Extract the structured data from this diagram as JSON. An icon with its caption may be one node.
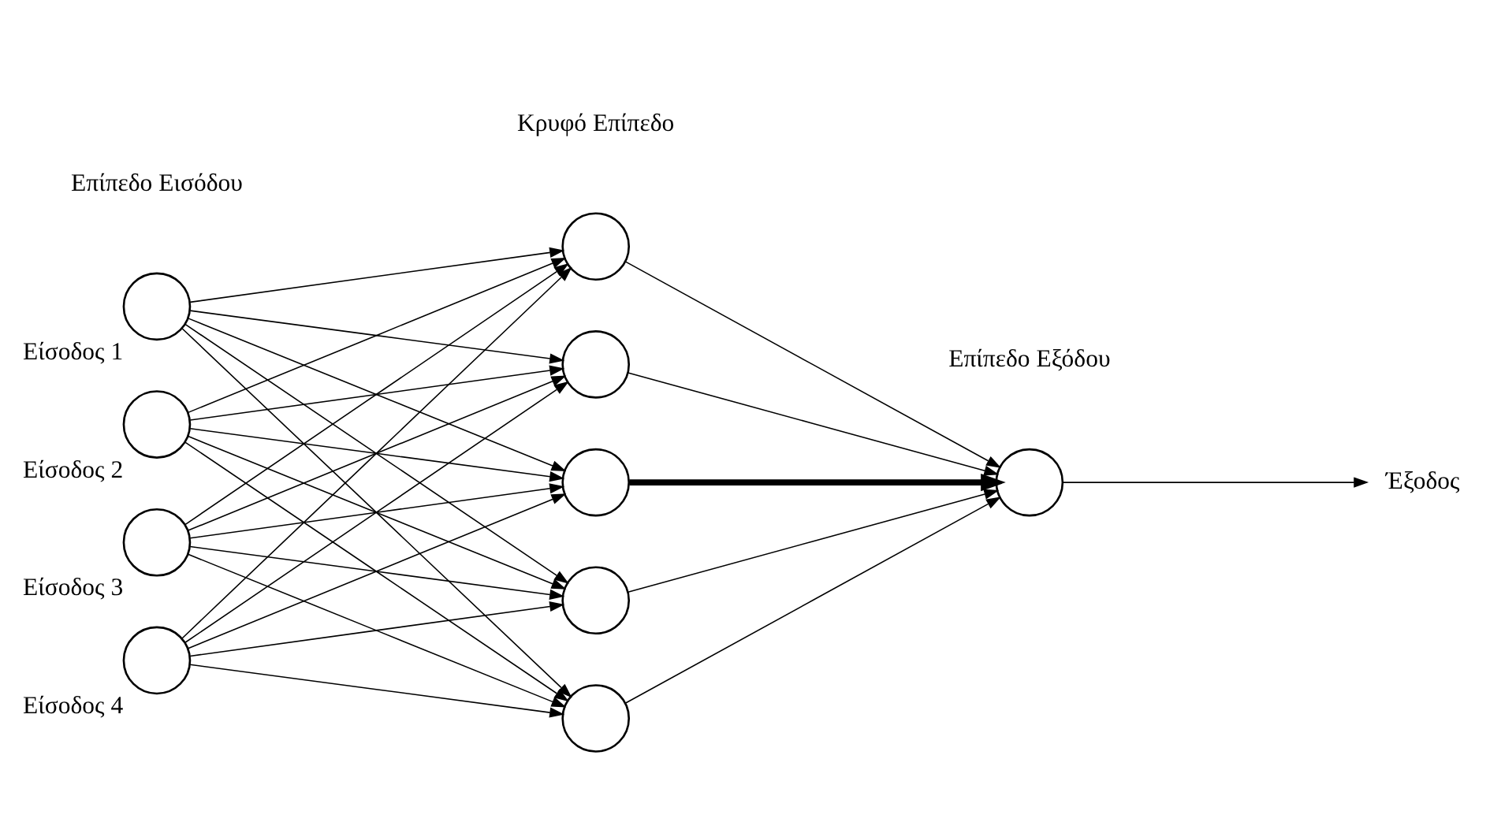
{
  "diagram": {
    "nodes": [
      {
        "text": [],
        "shape": "circle",
        "beside": [
          "Είσοδος 1"
        ]
      },
      {
        "text": [],
        "shape": "circle",
        "beside": [
          "Είσοδος 2"
        ]
      },
      {
        "text": [],
        "shape": "circle",
        "beside": [
          "Είσοδος 3"
        ]
      },
      {
        "text": [],
        "shape": "circle",
        "beside": [
          "Είσοδος 4"
        ]
      },
      {
        "text": [],
        "shape": "circle"
      },
      {
        "text": [],
        "shape": "circle"
      },
      {
        "text": [],
        "shape": "circle"
      },
      {
        "text": [],
        "shape": "circle"
      },
      {
        "text": [],
        "shape": "circle"
      },
      {
        "text": [],
        "shape": "circle"
      },
      {
        "text": [
          "Έξοδος"
        ]
      }
    ],
    "edges": [
      {
        "from": 0,
        "to": 4,
        "arrow": "to"
      },
      {
        "from": 0,
        "to": 5,
        "arrow": "to"
      },
      {
        "from": 0,
        "to": 6,
        "arrow": "to"
      },
      {
        "from": 0,
        "to": 7,
        "arrow": "to"
      },
      {
        "from": 0,
        "to": 8,
        "arrow": "to"
      },
      {
        "from": 1,
        "to": 4,
        "arrow": "to"
      },
      {
        "from": 1,
        "to": 5,
        "arrow": "to"
      },
      {
        "from": 1,
        "to": 6,
        "arrow": "to"
      },
      {
        "from": 1,
        "to": 7,
        "arrow": "to"
      },
      {
        "from": 1,
        "to": 8,
        "arrow": "to"
      },
      {
        "from": 2,
        "to": 4,
        "arrow": "to"
      },
      {
        "from": 2,
        "to": 5,
        "arrow": "to"
      },
      {
        "from": 2,
        "to": 6,
        "arrow": "to"
      },
      {
        "from": 2,
        "to": 7,
        "arrow": "to"
      },
      {
        "from": 2,
        "to": 8,
        "arrow": "to"
      },
      {
        "from": 3,
        "to": 4,
        "arrow": "to"
      },
      {
        "from": 3,
        "to": 5,
        "arrow": "to"
      },
      {
        "from": 3,
        "to": 6,
        "arrow": "to"
      },
      {
        "from": 3,
        "to": 7,
        "arrow": "to"
      },
      {
        "from": 3,
        "to": 8,
        "arrow": "to"
      },
      {
        "from": 4,
        "to": 9,
        "arrow": "to"
      },
      {
        "from": 5,
        "to": 9,
        "arrow": "to"
      },
      {
        "from": 6,
        "to": 9,
        "arrow": "to",
        "style": "thick"
      },
      {
        "from": 7,
        "to": 9,
        "arrow": "to"
      },
      {
        "from": 8,
        "to": 9,
        "arrow": "to"
      },
      {
        "from": 9,
        "to": 10,
        "arrow": "to"
      }
    ],
    "labels": [
      "Επίπεδο Εισόδου",
      "Κρυφό Επίπεδο",
      "Επίπεδο Εξόδου"
    ]
  }
}
